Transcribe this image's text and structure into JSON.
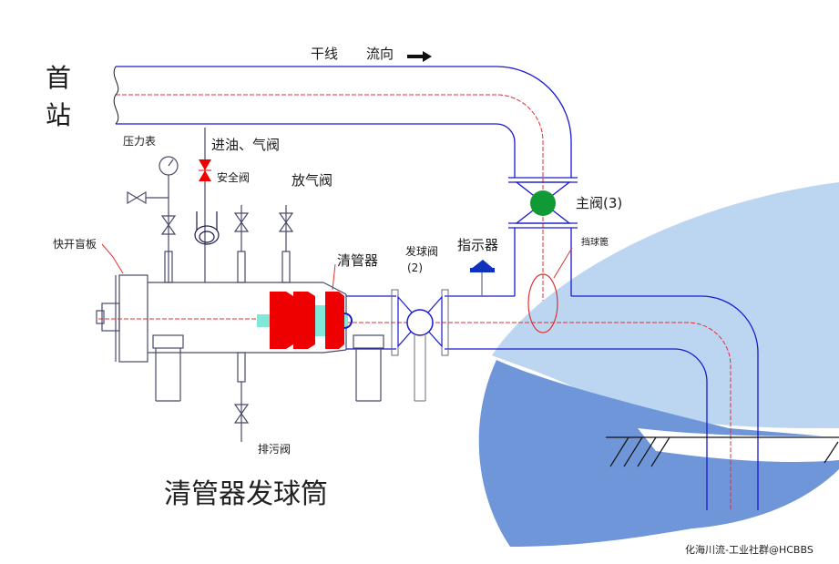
{
  "station": {
    "line1": "首",
    "line2": "站"
  },
  "trunk_label": "干线",
  "flow_label": "流向",
  "labels": {
    "pressure_gauge": "压力表",
    "oil_gas_inlet_valve": "进油、气阀",
    "safety_valve": "安全阀",
    "vent_valve": "放气阀",
    "quick_blind": "快开盲板",
    "pig": "清管器",
    "launch_valve": "发球阀",
    "launch_valve_num": "(2)",
    "indicator": "指示器",
    "main_valve": "主阀(3)",
    "pig_guard": "挡球篦",
    "drain_valve": "排污阀"
  },
  "title": "清管器发球筒",
  "watermark": "化海川流-工业社群@HCBBS",
  "colors": {
    "pipe": "#1a1ad0",
    "centerline": "#e03030",
    "valve_red": "#ee0000",
    "valve_green": "#109a35",
    "indicator_blue": "#1030c0",
    "bg_light_blue": "#bcd6f2",
    "bg_mid_blue": "#6f96d8",
    "gray_line": "#6a6a78"
  }
}
